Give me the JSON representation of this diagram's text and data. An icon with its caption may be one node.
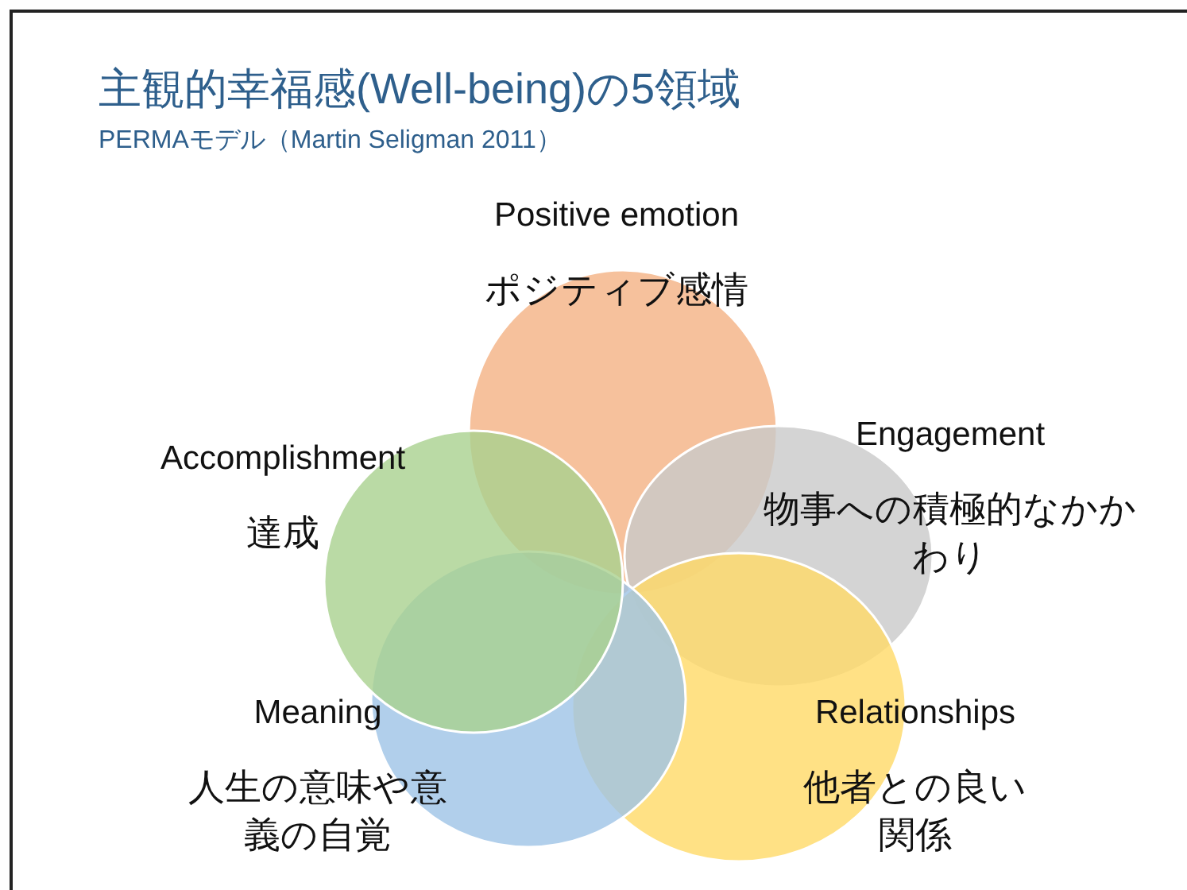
{
  "diagram": {
    "title": "主観的幸福感(Well-being)の5領域",
    "nodes": [
      {
        "text": [
          "Positive emotion",
          "ポジティブ感情"
        ]
      },
      {
        "text": [
          "Engagement",
          "物事への積極的なかかわり"
        ]
      },
      {
        "text": [
          "Accomplishment",
          "達成"
        ]
      },
      {
        "text": [
          "Meaning",
          "人生の意味や意義の自覚"
        ]
      },
      {
        "text": [
          "Relationships",
          "他者との良い関係"
        ]
      }
    ],
    "labels": [
      "PERMAモデル（Martin Seligman 2011）"
    ]
  }
}
